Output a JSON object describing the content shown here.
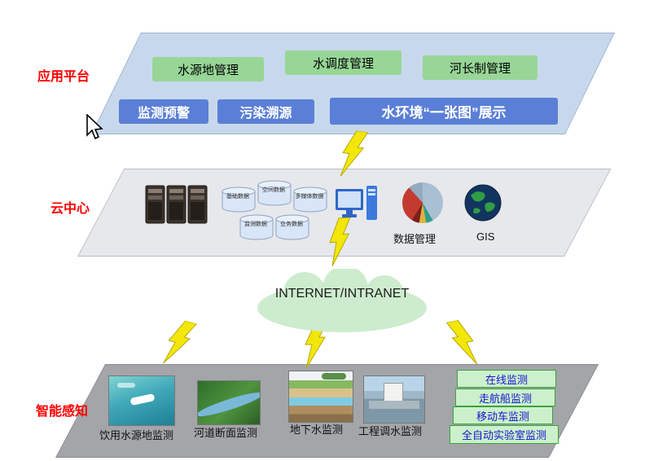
{
  "app_layer": {
    "label": "应用平台",
    "green_buttons": [
      "水源地管理",
      "水调度管理",
      "河长制管理"
    ],
    "blue_buttons": [
      "监测预警",
      "污染溯源",
      "水环境“一张图”展示"
    ]
  },
  "cloud_layer": {
    "label": "云中心",
    "databases": [
      "基础数据",
      "空间数据",
      "多媒体数据",
      "监测数据",
      "业务数据"
    ],
    "data_management_label": "数据管理",
    "gis_label": "GIS"
  },
  "network": {
    "label": "INTERNET/INTRANET"
  },
  "sensing_layer": {
    "label": "智能感知",
    "photo_labels": [
      "饮用水源地监测",
      "河道断面监测",
      "地下水监测",
      "工程调水监测"
    ],
    "buttons": [
      "在线监测",
      "走航船监测",
      "移动车监测",
      "全自动实验室监测"
    ]
  },
  "colors": {
    "layer_label": "#ff0000",
    "green_button": "#97d697",
    "blue_button": "#5a7fd6",
    "sense_button_bg": "#ccf0cc",
    "sense_button_text": "#1515d0",
    "bolt": "#f2e60a",
    "cloud_shape": "#cdeccd",
    "app_panel": "#c8d8ec",
    "cloud_panel": "#e6e8ec",
    "sense_panel": "#a3a5a9"
  }
}
